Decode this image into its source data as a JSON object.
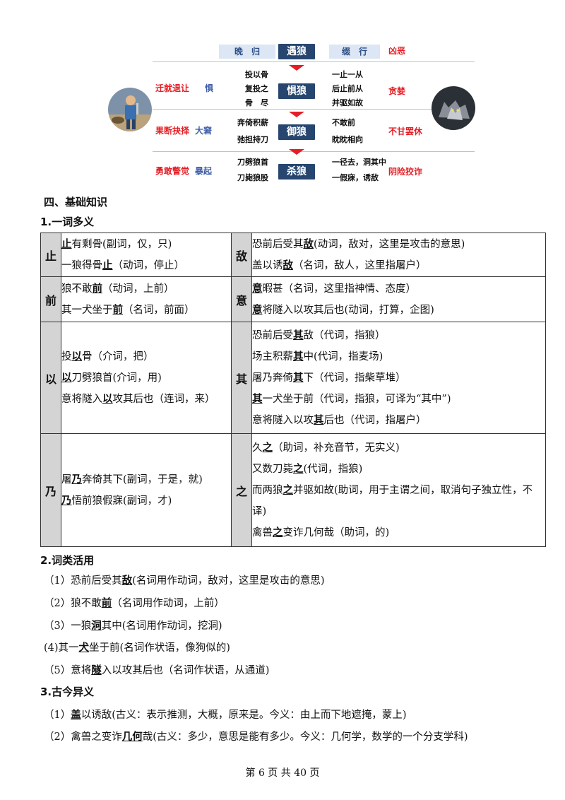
{
  "diagram": {
    "stages": [
      "遇狼",
      "惧狼",
      "御狼",
      "杀狼"
    ],
    "row1": {
      "left": "晚　归",
      "right": "缀　行",
      "wolf": "凶恶"
    },
    "row2": {
      "lines_left": [
        "投以骨",
        "复投之",
        "骨　尽"
      ],
      "lines_right": [
        "一止一从",
        "后止前从",
        "并驱如故"
      ],
      "man": "迁就退让",
      "man_tag": "惧",
      "wolf": "贪婪"
    },
    "row3": {
      "lines_left": [
        "奔倚积薪",
        "弛担持刀"
      ],
      "lines_right": [
        "不敢前",
        "眈眈相向"
      ],
      "man": "果断抉择",
      "man_tag": "大窘",
      "wolf": "不甘罢休"
    },
    "row4": {
      "lines_left": [
        "刀劈狼首",
        "刀毙狼股"
      ],
      "lines_right": [
        "一径去，洞其中",
        "一假寐，诱敌"
      ],
      "man": "勇敢警觉",
      "man_tag": "暴起",
      "wolf": "阴险狡诈"
    },
    "icons": {
      "left": "butcher-illustration",
      "right": "wolf-illustration"
    }
  },
  "section_title": "四、基础知识",
  "sub1": "1.一词多义",
  "polysemy": {
    "zhi": {
      "key": "止",
      "l1": {
        "a": "",
        "u": "止",
        "b": "有剩骨(副词，仅，只)"
      },
      "l2": {
        "a": "一狼得骨",
        "u": "止",
        "b": "（动词，停止）"
      }
    },
    "di": {
      "key": "敌",
      "l1": {
        "a": "恐前后受其",
        "u": "敌",
        "b": "(动词，敌对，这里是攻击的意思)"
      },
      "l2": {
        "a": "盖以诱",
        "u": "敌",
        "b": "（名词，敌人，这里指屠户）"
      }
    },
    "qian": {
      "key": "前",
      "l1": {
        "a": "狼不敢",
        "u": "前",
        "b": "（动词，上前）"
      },
      "l2": {
        "a": "其一犬坐于",
        "u": "前",
        "b": "（名词，前面）"
      }
    },
    "yi_i": {
      "key": "意",
      "l1": {
        "a": "",
        "u": "意",
        "b": "暇甚（名词，这里指神情、态度）"
      },
      "l2": {
        "a": "",
        "u": "意",
        "b": "将隧入以攻其后也(动词，打算，企图)"
      }
    },
    "yi": {
      "key": "以",
      "l1": {
        "a": "投",
        "u": "以",
        "b": "骨（介词，把）"
      },
      "l2": {
        "a": "",
        "u": "以",
        "b": "刀劈狼首(介词，用)"
      },
      "l3": {
        "a": "意将隧入",
        "u": "以",
        "b": "攻其后也（连词，来）"
      }
    },
    "qi": {
      "key": "其",
      "l1": {
        "a": "恐前后受",
        "u": "其",
        "b": "敌（代词，指狼）"
      },
      "l2": {
        "a": "场主积薪",
        "u": "其",
        "b": "中(代词，指麦场)"
      },
      "l3": {
        "a": "屠乃奔倚",
        "u": "其",
        "b": "下（代词，指柴草堆）"
      },
      "l4": {
        "a": "",
        "u": "其",
        "b": "一犬坐于前（代词，指狼，可译为“其中”)"
      },
      "l5": {
        "a": "意将隧入以攻",
        "u": "其",
        "b": "后也（代词，指屠户）"
      }
    },
    "nai": {
      "key": "乃",
      "l1": {
        "a": "屠",
        "u": "乃",
        "b": "奔倚其下(副词，于是，就)"
      },
      "l2": {
        "a": "",
        "u": "乃",
        "b": "悟前狼假寐(副词，才)"
      }
    },
    "zhi2": {
      "key": "之",
      "l1": {
        "a": "久",
        "u": "之",
        "b": "（助词，补充音节，无实义)"
      },
      "l2": {
        "a": "又数刀毙",
        "u": "之",
        "b": "(代词，指狼)"
      },
      "l3": {
        "a": "而两狼",
        "u": "之",
        "b": "并驱如故(助词，用于主谓之间，取消句子独立性，不译)"
      },
      "l4": {
        "a": "禽兽",
        "u": "之",
        "b": "变诈几何哉（助词，的)"
      }
    }
  },
  "sub2": "2.词类活用",
  "huoyong": [
    {
      "n": "（1）",
      "a": "恐前后受其",
      "u": "敌",
      "b": "(名词用作动词，敌对，这里是攻击的意思)"
    },
    {
      "n": "（2）",
      "a": "狼不敢",
      "u": "前",
      "b": "（名词用作动词，上前）"
    },
    {
      "n": "（3）",
      "a": "一狼",
      "u": "洞",
      "b": "其中(名词用作动词，挖洞)"
    },
    {
      "n": "(4)",
      "a": "其一",
      "u": "犬",
      "b": "坐于前(名词作状语，像狗似的)"
    },
    {
      "n": "（5）",
      "a": "意将",
      "u": "隧",
      "b": "入以攻其后也（名词作状语，从通道)"
    }
  ],
  "sub3": "3.古今异义",
  "gujin": [
    {
      "n": "（1）",
      "a": "",
      "u": "盖",
      "b": "以诱敌(古义：表示推测，大概，原来是。今义：由上而下地遮掩，蒙上)"
    },
    {
      "n": "（2）",
      "a": "禽兽之变诈",
      "u": "几何",
      "b": "哉(古义：多少，意思是能有多少。今义：几何学，数学的一个分支学科)"
    }
  ],
  "footer": "第 6 页 共 40 页"
}
